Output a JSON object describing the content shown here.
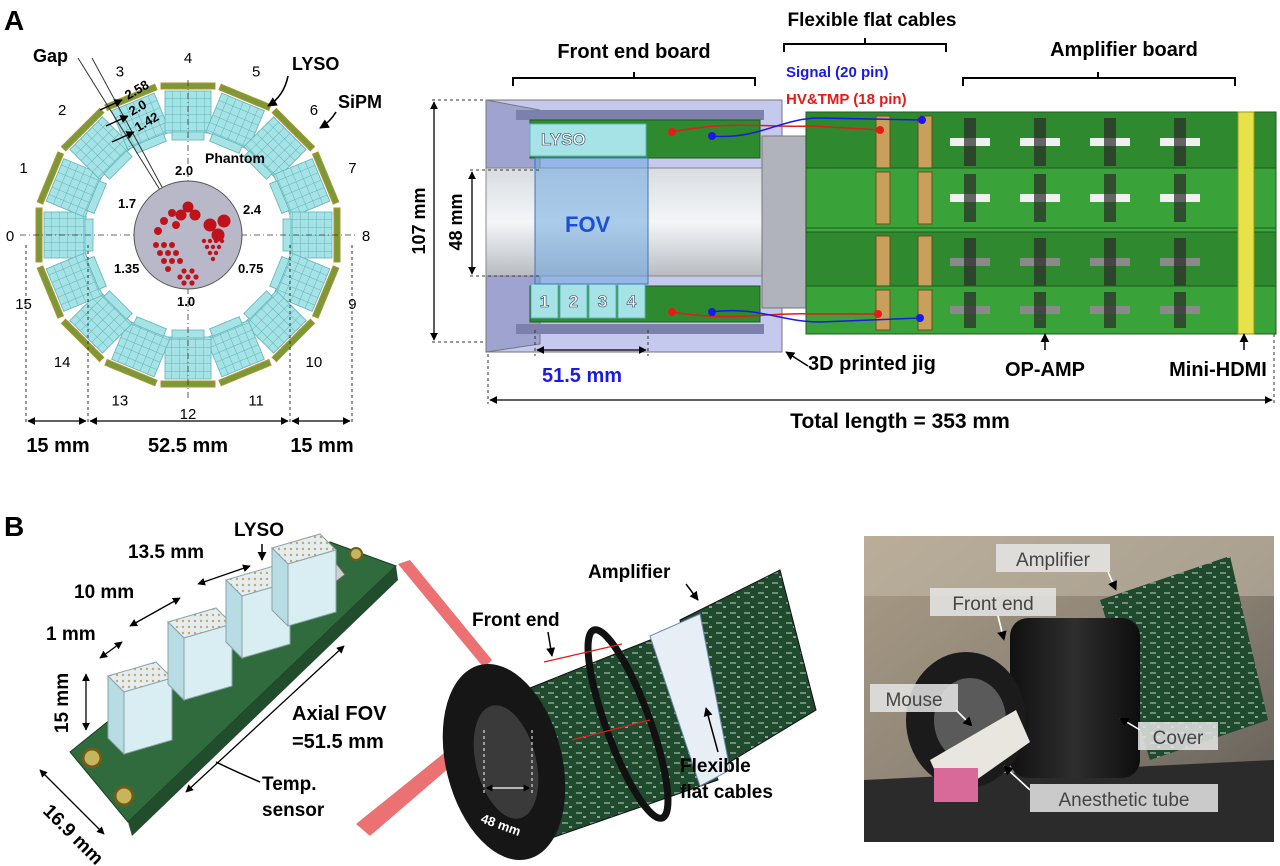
{
  "panel_a": {
    "label": "A",
    "ring": {
      "gap_label": "Gap",
      "lyso_label": "LYSO",
      "sipm_label": "SiPM",
      "phantom_label": "Phantom",
      "modules": [
        "0",
        "1",
        "2",
        "3",
        "4",
        "5",
        "6",
        "7",
        "8",
        "9",
        "10",
        "11",
        "12",
        "13",
        "14",
        "15"
      ],
      "layer_dims": [
        "2.58",
        "2.0",
        "1.42"
      ],
      "rod_sizes": [
        "2.0",
        "2.4",
        "1.7",
        "1.35",
        "0.75",
        "1.0"
      ],
      "dim_left": "15 mm",
      "dim_center": "52.5 mm",
      "dim_right": "15 mm"
    },
    "side": {
      "front_end_board": "Front end board",
      "flex_cables": "Flexible flat cables",
      "signal": "Signal (20 pin)",
      "hv_tmp": "HV&TMP (18 pin)",
      "amplifier_board": "Amplifier board",
      "lyso": "LYSO",
      "fov": "FOV",
      "crystals": [
        "1",
        "2",
        "3",
        "4"
      ],
      "dim_107": "107 mm",
      "dim_48": "48 mm",
      "dim_515": "51.5 mm",
      "jig": "3D printed jig",
      "opamp": "OP-AMP",
      "hdmi": "Mini-HDMI",
      "total_length": "Total length = 353 mm"
    }
  },
  "panel_b": {
    "label": "B",
    "module": {
      "lyso": "LYSO",
      "d135": "13.5 mm",
      "d10": "10 mm",
      "d1": "1 mm",
      "d15": "15 mm",
      "axial_1": "Axial FOV",
      "axial_2": "=51.5 mm",
      "temp_1": "Temp.",
      "temp_2": "sensor",
      "d169": "16.9 mm"
    },
    "scanner": {
      "amplifier": "Amplifier",
      "front_end": "Front end",
      "flex_1": "Flexible",
      "flex_2": "flat cables",
      "bore": "48 mm"
    },
    "photo": {
      "amplifier": "Amplifier",
      "front_end": "Front end",
      "mouse": "Mouse",
      "cover": "Cover",
      "tube": "Anesthetic tube"
    }
  },
  "colors": {
    "crystal": "#8fd8dc",
    "pcb_green": "#2e8a2e",
    "signal_blue": "#1a1ae6",
    "hv_red": "#e61a1a",
    "phantom": "#b8b8c8",
    "rod": "#c0121a"
  }
}
